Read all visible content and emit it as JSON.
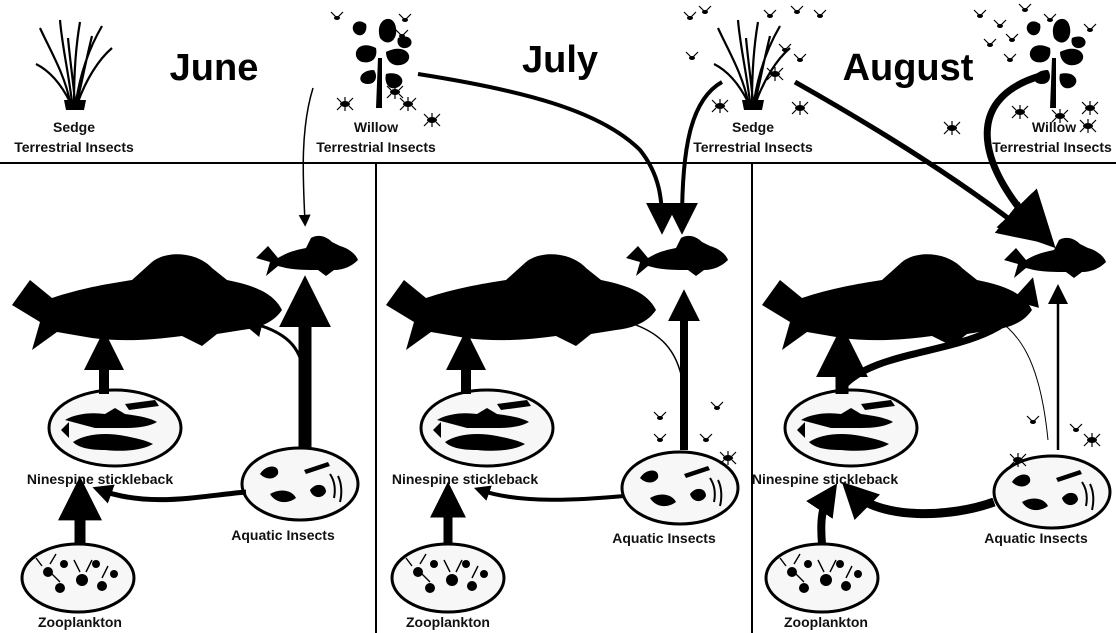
{
  "months": [
    "June",
    "July",
    "August"
  ],
  "labels": {
    "sedge": "Sedge",
    "willow": "Willow",
    "terrestrial_insects": "Terrestrial Insects",
    "ninespine_stickleback": "Ninespine stickleback",
    "aquatic_insects": "Aquatic Insects",
    "zooplankton": "Zooplankton"
  },
  "colors": {
    "ink": "#000000",
    "background": "#ffffff",
    "oval_fill": "#f7f7f7"
  }
}
